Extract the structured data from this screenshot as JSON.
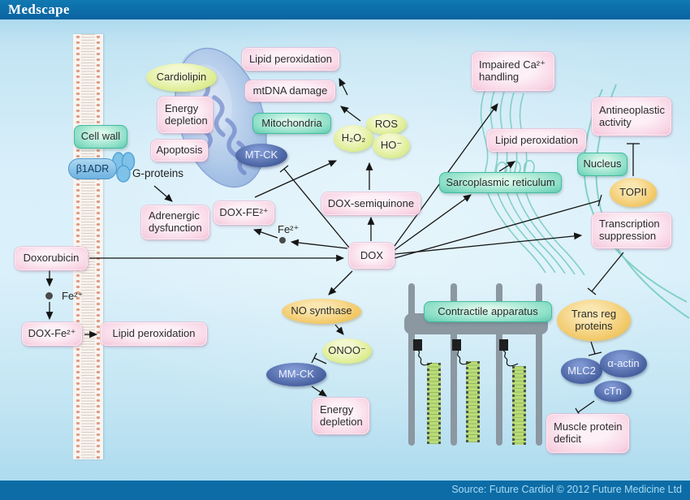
{
  "header": {
    "brand": "Medscape"
  },
  "footer": {
    "source": "Source: Future Cardiol © 2012 Future Medicine Ltd"
  },
  "nodes": {
    "cell_wall": "Cell wall",
    "b1adr": "β1ADR",
    "doxorubicin": "Doxorubicin",
    "dox_fe_left": "DOX-Fe²⁺",
    "lipid_peroxidation_left": "Lipid peroxidation",
    "adrenergic_dysfunction": "Adrenergic dysfunction",
    "apoptosis": "Apoptosis",
    "energy_depletion_top": "Energy depletion",
    "cardiolipin": "Cardiolipin",
    "lipid_peroxidation_top": "Lipid peroxidation",
    "mtdna_damage": "mtDNA damage",
    "mitochondria": "Mitochondria",
    "mt_ck": "MT-CK",
    "dox_fe_mid": "DOX-FE²⁺",
    "dox_semiquinone": "DOX-semiquinone",
    "ros": "ROS",
    "h2o2": "H₂O₂",
    "ho": "HO⁻",
    "dox": "DOX",
    "no_synthase": "NO synthase",
    "onoo": "ONOO⁻",
    "mm_ck": "MM-CK",
    "energy_depletion_bottom": "Energy depletion",
    "contractile_apparatus": "Contractile apparatus",
    "impaired_ca_handling": "Impaired Ca²⁺ handling",
    "lipid_peroxidation_right": "Lipid peroxidation",
    "sarcoplasmic_reticulum": "Sarcoplasmic reticulum",
    "nucleus": "Nucleus",
    "topii": "TOPII",
    "antineoplastic_activity": "Antineoplastic activity",
    "transcription_suppression": "Transcription suppression",
    "trans_reg_proteins": "Trans reg proteins",
    "mlc2": "MLC2",
    "alpha_actin": "α-actin",
    "ctn": "cTn",
    "muscle_protein_deficit": "Muscle protein deficit"
  },
  "labels": {
    "g_proteins": "G-proteins",
    "fe_mid": "Fe²⁺",
    "fe_left": "Fe²⁺"
  },
  "colors": {
    "header_blue": "#0d6ca6",
    "body_light_blue": "#d9effa",
    "pink_box": "#f6cbdd",
    "teal_box": "#7fd6bd",
    "green_ellipse": "#d9ea85",
    "orange_ellipse": "#f0c35e",
    "dark_blue_ellipse": "#41599e",
    "membrane_dot": "#df9a85",
    "tubule_teal": "#74cbbd",
    "apparatus_gray": "#8b97a1"
  }
}
